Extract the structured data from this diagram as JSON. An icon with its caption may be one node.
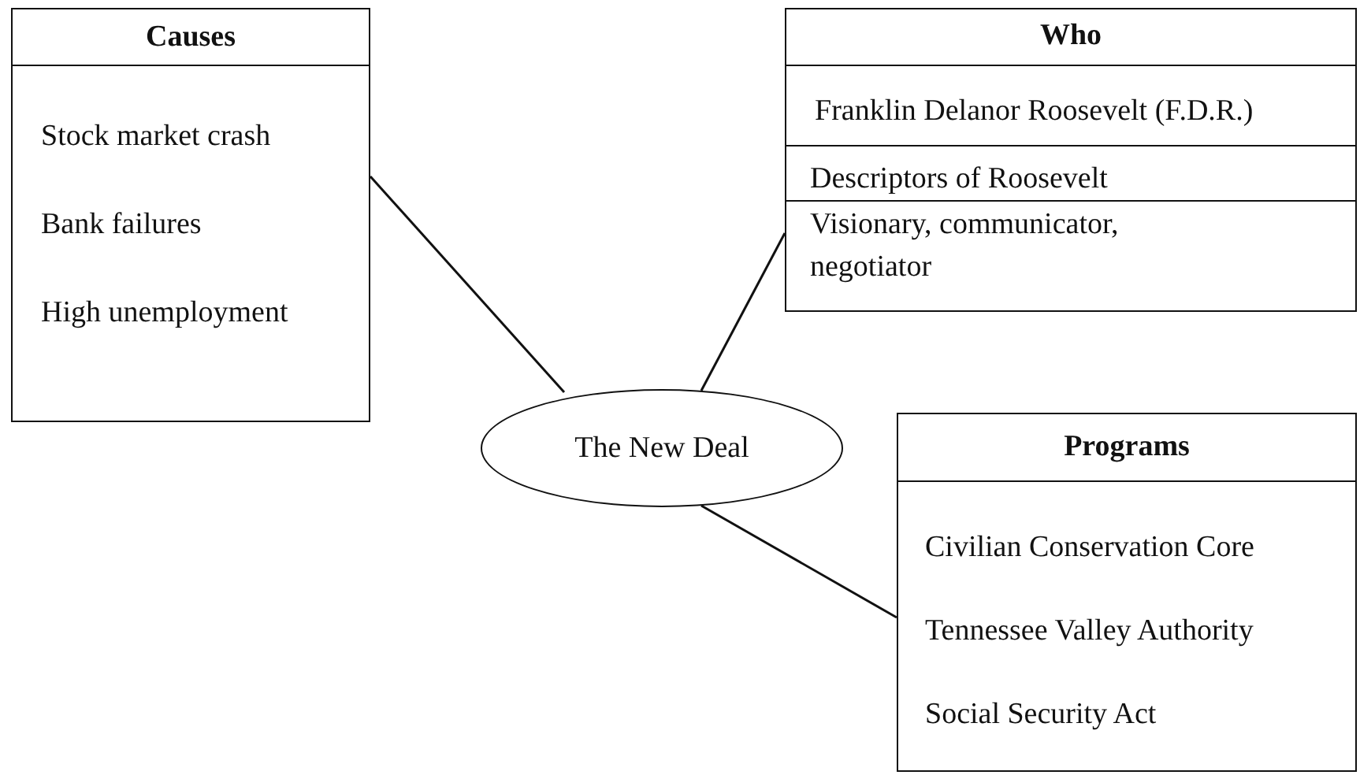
{
  "diagram": {
    "nodes": [
      {
        "text": [
          "Causes",
          "Stock market crash",
          "Bank failures",
          "High unemployment"
        ]
      },
      {
        "text": [
          "Who",
          "Franklin Delanor Roosevelt (F.D.R.)",
          "Descriptors of Roosevelt",
          "Visionary, communicator, negotiator"
        ]
      },
      {
        "text": [
          "The New Deal"
        ]
      },
      {
        "text": [
          "Programs",
          "Civilian Conservation Core",
          "Tennessee Valley Authority",
          "Social Security Act"
        ]
      }
    ],
    "edges": [
      {
        "from": 0,
        "to": 2,
        "arrow": "none"
      },
      {
        "from": 2,
        "to": 1,
        "arrow": "none"
      },
      {
        "from": 2,
        "to": 3,
        "arrow": "none"
      }
    ]
  }
}
